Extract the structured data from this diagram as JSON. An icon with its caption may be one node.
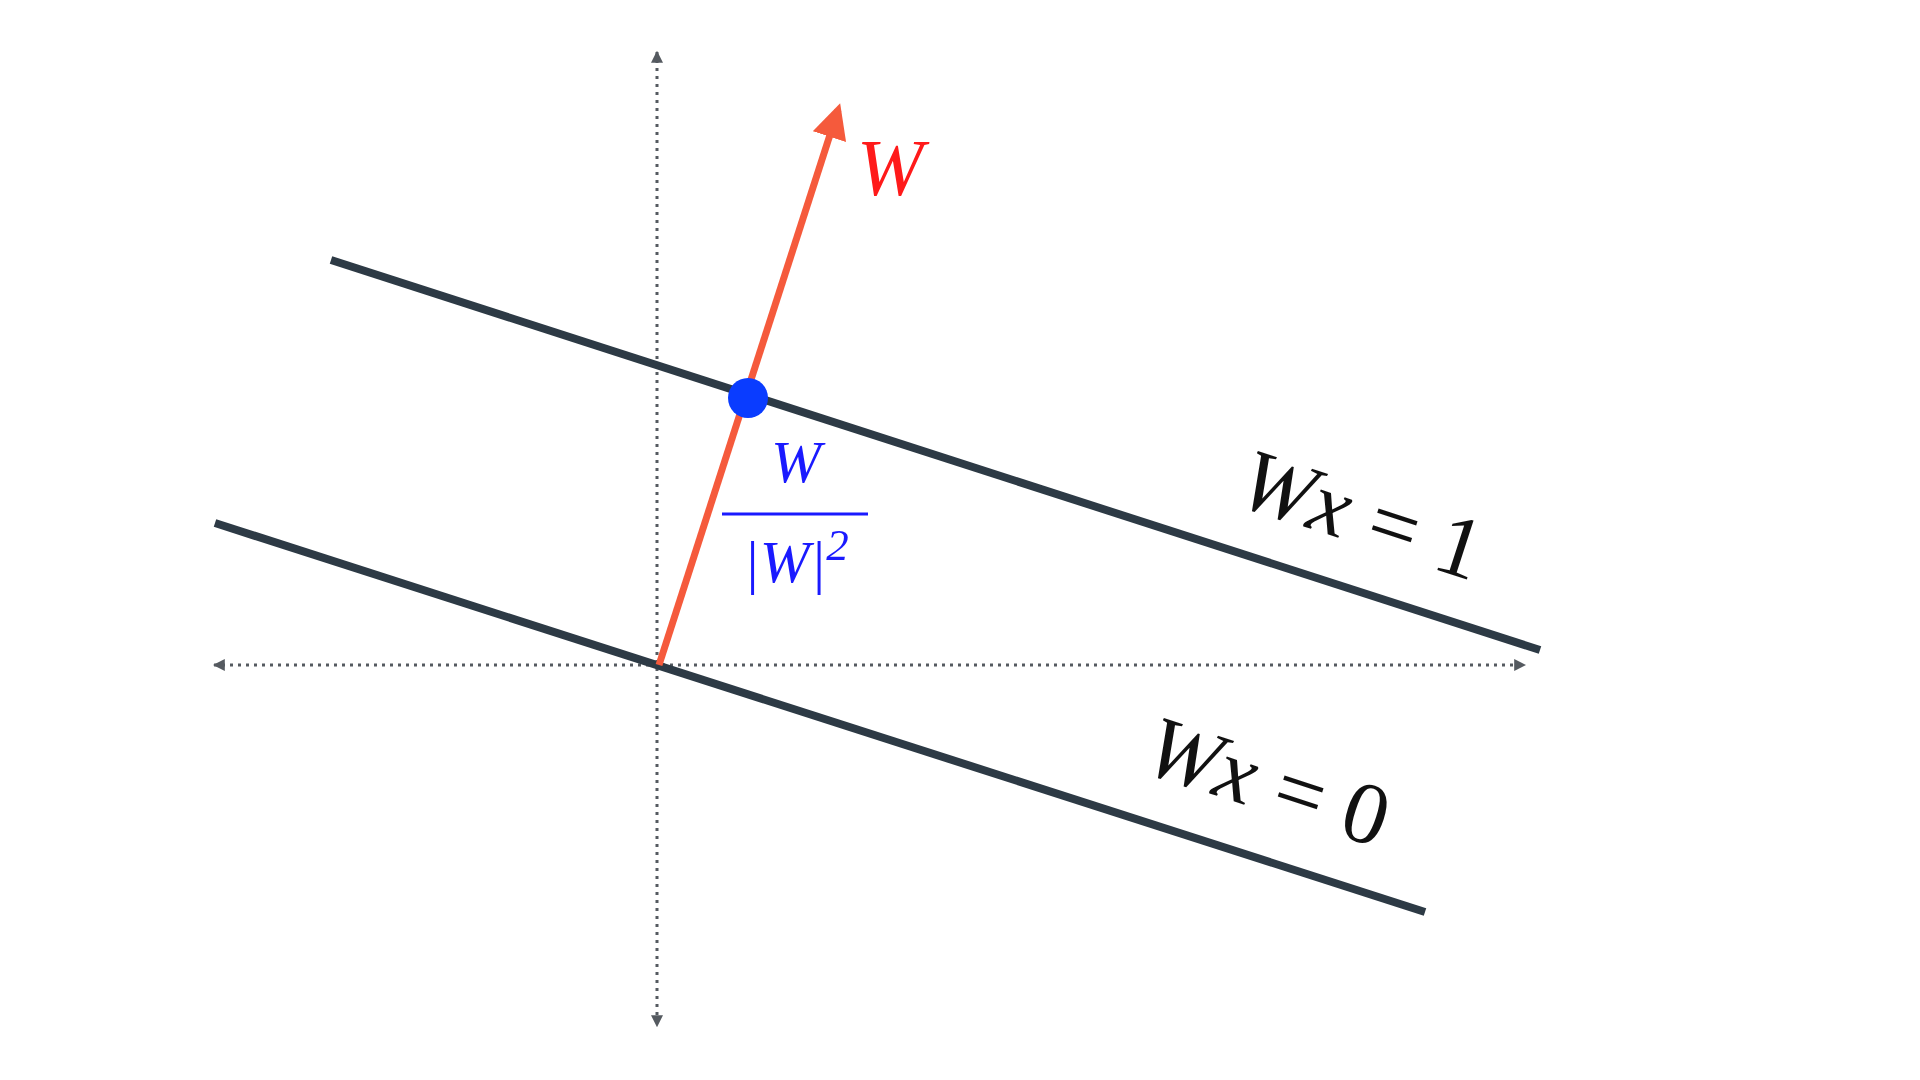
{
  "diagram": {
    "labels": [
      "W",
      "W",
      "|W|$^{2}$",
      "*Wx* = 1",
      "*Wx* = 0"
    ]
  }
}
